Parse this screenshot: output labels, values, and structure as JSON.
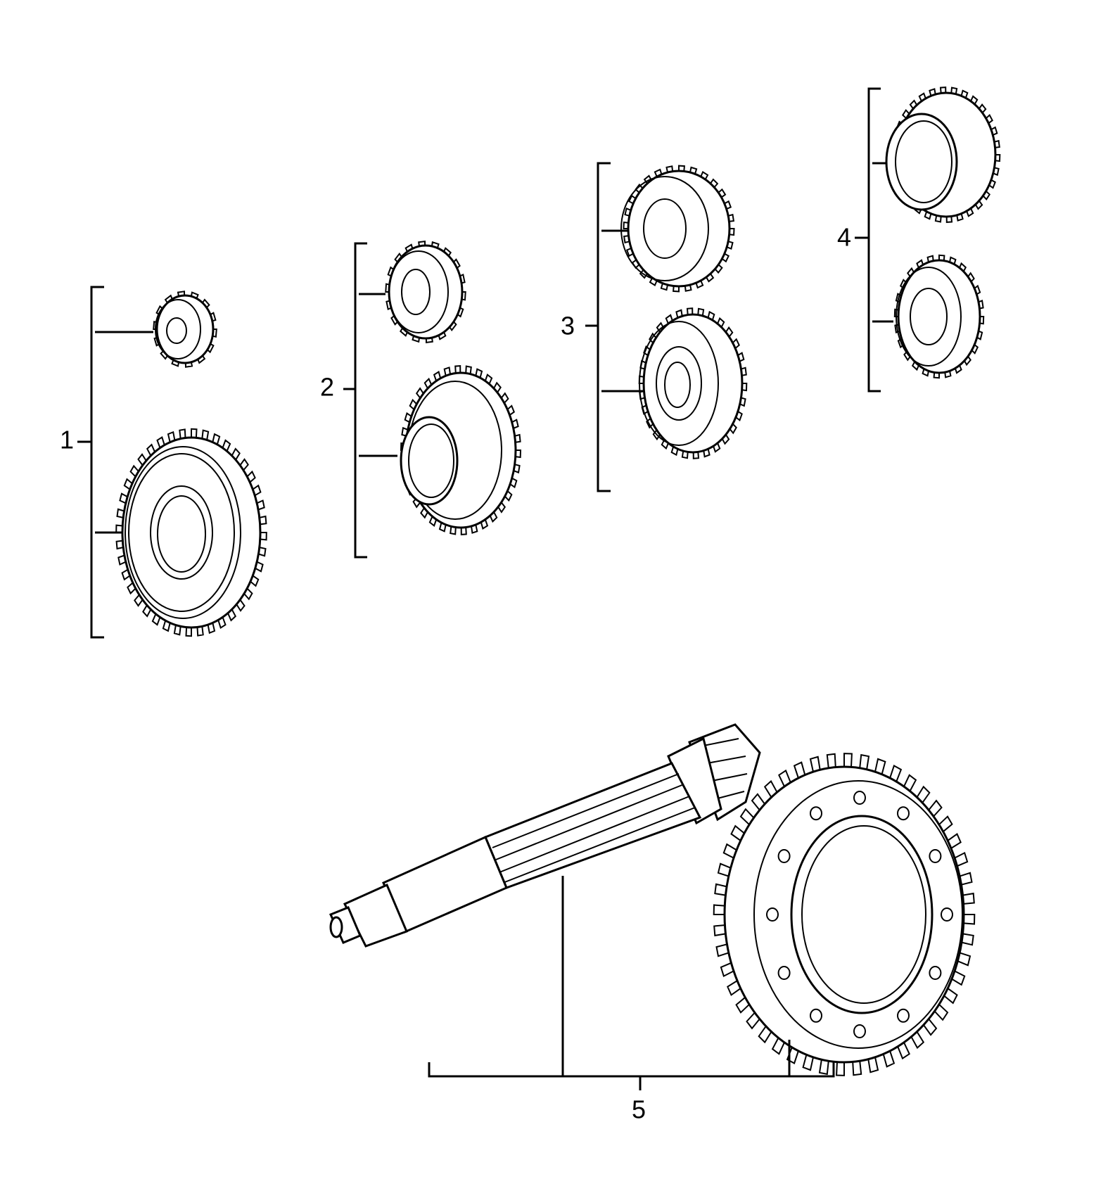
{
  "diagram": {
    "callouts": [
      {
        "label": "1",
        "name": "gear-pair-1"
      },
      {
        "label": "2",
        "name": "gear-pair-2"
      },
      {
        "label": "3",
        "name": "gear-pair-3"
      },
      {
        "label": "4",
        "name": "gear-pair-4"
      },
      {
        "label": "5",
        "name": "ring-and-pinion-set"
      }
    ]
  }
}
